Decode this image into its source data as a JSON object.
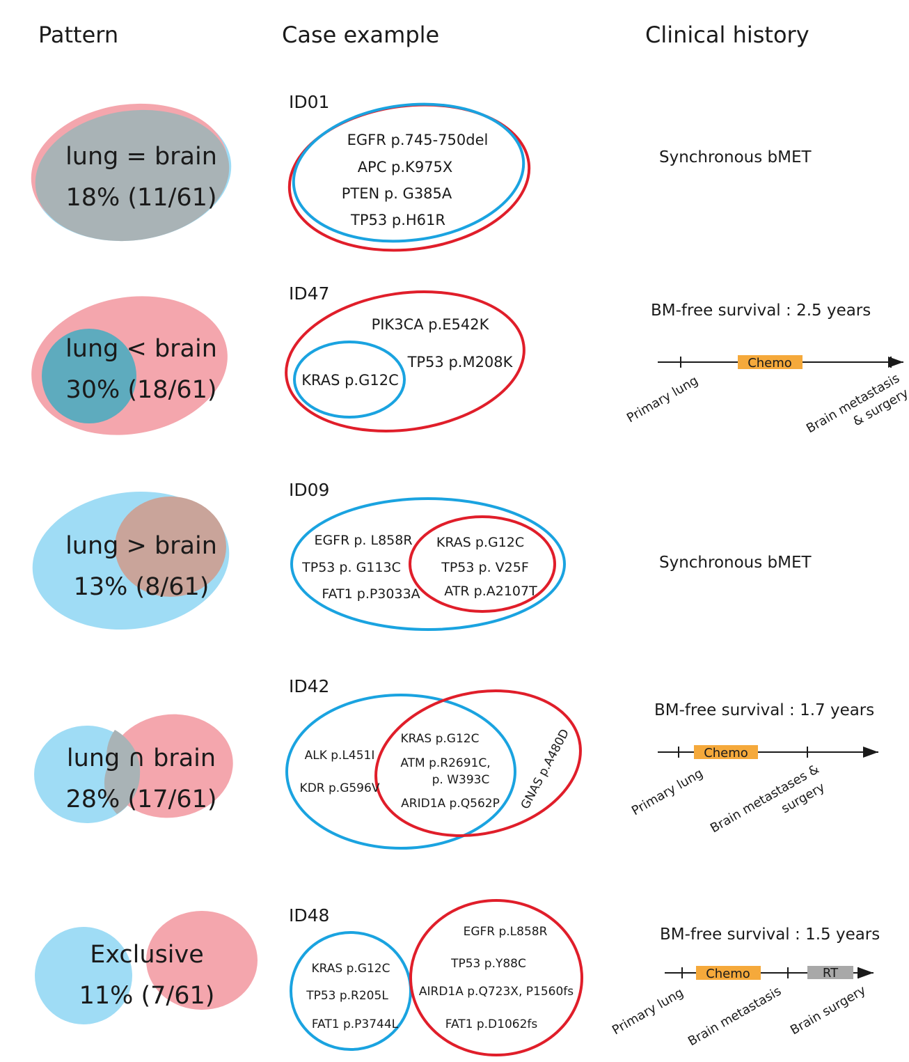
{
  "headers": {
    "pattern": "Pattern",
    "case_example": "Case example",
    "clinical_history": "Clinical history"
  },
  "colors": {
    "lung_blue": "#9fdcf5",
    "brain_pink": "#f4a6ad",
    "overlap_grey": "#a9b3b6",
    "overlap_teal": "#5eabbe",
    "overlap_brown": "#c9a49a",
    "circle_blue": "#1aa3e0",
    "circle_red": "#e01e2a",
    "chemo_orange": "#f5a93b",
    "rt_grey": "#a8a8a8"
  },
  "rows": [
    {
      "pattern_label": "lung = brain",
      "pattern_pct": "18% (11/61)",
      "case_id": "ID01",
      "mutations": [
        "EGFR p.745-750del",
        "APC p.K975X",
        "PTEN p. G385A",
        "TP53 p.H61R"
      ],
      "clinical": "Synchronous bMET"
    },
    {
      "pattern_label": "lung < brain",
      "pattern_pct": "30% (18/61)",
      "case_id": "ID47",
      "brain_only": [
        "PIK3CA p.E542K",
        "TP53 p.M208K"
      ],
      "shared": [
        "KRAS p.G12C"
      ],
      "clinical": "BM-free survival : 2.5 years",
      "timeline": {
        "box": "Chemo",
        "labels": [
          "Primary lung",
          "Brain metastasis",
          "& surgery"
        ]
      }
    },
    {
      "pattern_label": "lung > brain",
      "pattern_pct": "13% (8/61)",
      "case_id": "ID09",
      "lung_only": [
        "EGFR p. L858R",
        "TP53 p. G113C",
        "FAT1 p.P3033A"
      ],
      "shared": [
        "KRAS p.G12C",
        "TP53 p. V25F",
        "ATR p.A2107T"
      ],
      "clinical": "Synchronous bMET"
    },
    {
      "pattern_label": "lung ∩ brain",
      "pattern_pct": "28% (17/61)",
      "case_id": "ID42",
      "lung_only": [
        "ALK p.L451I",
        "KDR p.G596V"
      ],
      "shared": [
        "KRAS p.G12C",
        "ATM p.R2691C,",
        "p. W393C",
        "ARID1A p.Q562P"
      ],
      "brain_only": [
        "GNAS p.A480D"
      ],
      "clinical": "BM-free survival : 1.7 years",
      "timeline": {
        "box": "Chemo",
        "labels": [
          "Primary lung",
          "Brain metastases &",
          "surgery"
        ]
      }
    },
    {
      "pattern_label": "Exclusive",
      "pattern_pct": "11% (7/61)",
      "case_id": "ID48",
      "lung_only": [
        "KRAS p.G12C",
        "TP53 p.R205L",
        "FAT1 p.P3744L"
      ],
      "brain_only": [
        "EGFR p.L858R",
        "TP53 p.Y88C",
        "AIRD1A p.Q723X, P1560fs",
        "FAT1 p.D1062fs"
      ],
      "clinical": "BM-free survival : 1.5 years",
      "timeline": {
        "box": "Chemo",
        "box2": "RT",
        "labels": [
          "Primary lung",
          "Brain metastasis",
          "Brain surgery"
        ]
      }
    }
  ]
}
